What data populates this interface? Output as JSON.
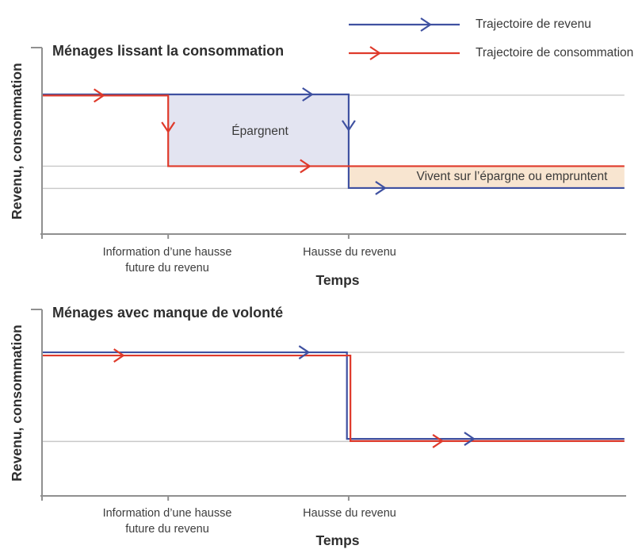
{
  "colors": {
    "income": "#3f51a1",
    "consumption": "#df3a2b",
    "saving_fill": "#e3e4f1",
    "dissaving_fill": "#f8e5d0",
    "grid": "#c8c8c8",
    "axis": "#909090",
    "text_dark": "#2e2e2e",
    "text_tick": "#3d3d3d"
  },
  "legend": {
    "items": [
      {
        "label": "Trajectoire de revenu",
        "series": "income"
      },
      {
        "label": "Trajectoire de consommation",
        "series": "consumption"
      }
    ]
  },
  "chart_data": [
    {
      "type": "line",
      "title": "Ménages lissant la consommation",
      "xlabel": "Temps",
      "ylabel": "Revenu, consommation",
      "ylim": [
        0,
        1
      ],
      "grid": true,
      "legend_position": "top-right",
      "x_ticks": [
        {
          "x": 0.216,
          "label_lines": [
            "Information d’une hausse",
            "future du revenu"
          ]
        },
        {
          "x": 0.525,
          "label_lines": [
            "Hausse du revenu"
          ]
        }
      ],
      "grid_levels": [
        0.745,
        0.364,
        0.245
      ],
      "series": [
        {
          "name": "Trajectoire de revenu",
          "color_key": "income",
          "points": [
            [
              0,
              0.749
            ],
            [
              0.525,
              0.749
            ],
            [
              0.525,
              0.247
            ],
            [
              0.997,
              0.247
            ]
          ]
        },
        {
          "name": "Trajectoire de consommation",
          "color_key": "consumption",
          "points": [
            [
              0,
              0.743
            ],
            [
              0.216,
              0.743
            ],
            [
              0.216,
              0.364
            ],
            [
              0.997,
              0.364
            ]
          ]
        }
      ],
      "regions": [
        {
          "name": "saving",
          "x0": 0.216,
          "x1": 0.525,
          "y0": 0.364,
          "y1": 0.745,
          "fill_key": "saving_fill",
          "label": "Épargnent"
        },
        {
          "name": "dissaving",
          "x0": 0.525,
          "x1": 0.997,
          "y0": 0.247,
          "y1": 0.364,
          "fill_key": "dissaving_fill",
          "label": "Vivent sur l’épargne ou empruntent"
        }
      ],
      "arrows": [
        {
          "x": 0.104,
          "y": 0.743,
          "dir": "right",
          "color_key": "consumption"
        },
        {
          "x": 0.216,
          "y": 0.553,
          "dir": "down",
          "color_key": "consumption"
        },
        {
          "x": 0.461,
          "y": 0.749,
          "dir": "right",
          "color_key": "income"
        },
        {
          "x": 0.525,
          "y": 0.562,
          "dir": "down",
          "color_key": "income"
        },
        {
          "x": 0.457,
          "y": 0.364,
          "dir": "right",
          "color_key": "consumption"
        },
        {
          "x": 0.586,
          "y": 0.247,
          "dir": "right",
          "color_key": "income"
        }
      ]
    },
    {
      "type": "line",
      "title": "Ménages avec manque de volonté",
      "xlabel": "Temps",
      "ylabel": "Revenu, consommation",
      "ylim": [
        0,
        1
      ],
      "grid": true,
      "x_ticks": [
        {
          "x": 0.216,
          "label_lines": [
            "Information d’une hausse",
            "future du revenu"
          ]
        },
        {
          "x": 0.525,
          "label_lines": [
            "Hausse du revenu"
          ]
        }
      ],
      "grid_levels": [
        0.77,
        0.292
      ],
      "series": [
        {
          "name": "Trajectoire de revenu",
          "color_key": "income",
          "points": [
            [
              0,
              0.77
            ],
            [
              0.522,
              0.77
            ],
            [
              0.522,
              0.306
            ],
            [
              0.997,
              0.306
            ]
          ]
        },
        {
          "name": "Trajectoire de consommation",
          "color_key": "consumption",
          "points": [
            [
              0,
              0.753
            ],
            [
              0.528,
              0.753
            ],
            [
              0.528,
              0.294
            ],
            [
              0.997,
              0.294
            ]
          ]
        }
      ],
      "regions": [],
      "arrows": [
        {
          "x": 0.138,
          "y": 0.753,
          "dir": "right",
          "color_key": "consumption"
        },
        {
          "x": 0.455,
          "y": 0.77,
          "dir": "right",
          "color_key": "income"
        },
        {
          "x": 0.684,
          "y": 0.294,
          "dir": "right",
          "color_key": "consumption"
        },
        {
          "x": 0.738,
          "y": 0.306,
          "dir": "right",
          "color_key": "income"
        }
      ]
    }
  ]
}
